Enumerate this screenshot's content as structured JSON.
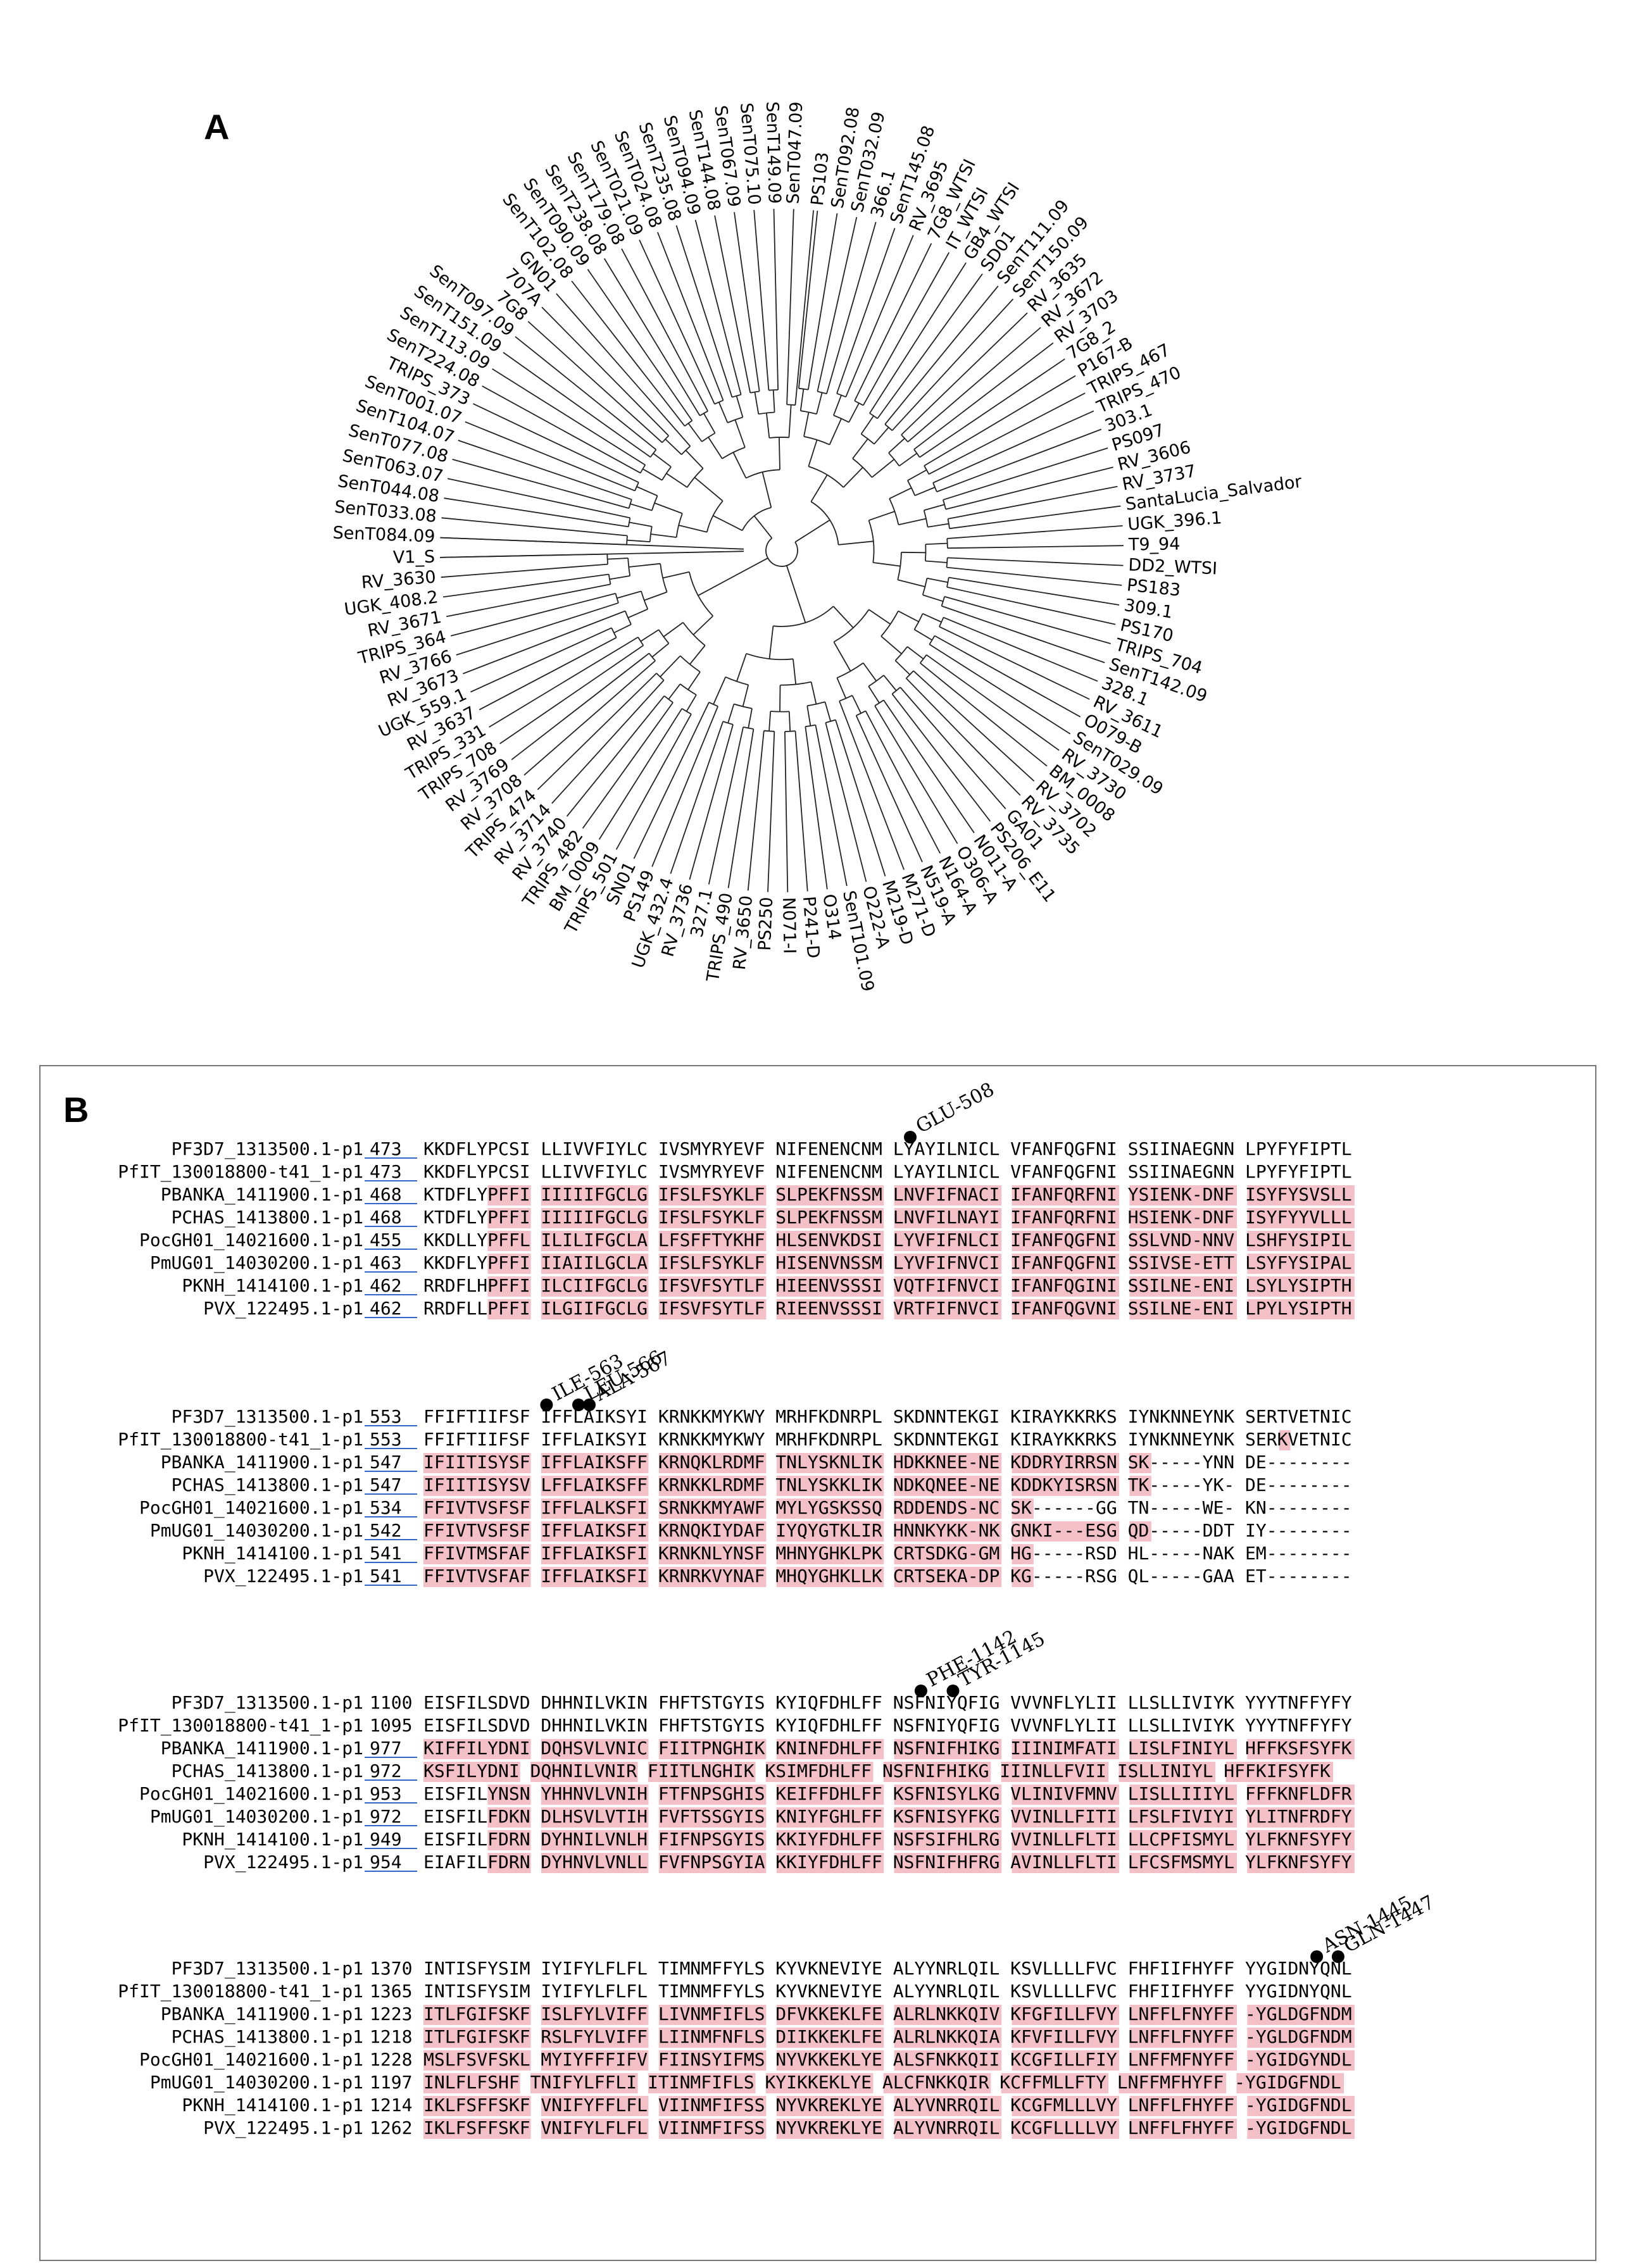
{
  "panel_a": {
    "label": "A",
    "leaves": [
      "PS103",
      "SenT092.08",
      "SenT032.09",
      "366.1",
      "SenT145.08",
      "RV_3695",
      "7G8_WTSI",
      "IT_WTSI",
      "GB4_WTSI",
      "SD01",
      "SenT111.09",
      "SenT150.09",
      "RV_3635",
      "RV_3672",
      "RV_3703",
      "7G8_2",
      "P167-B",
      "TRIPS_467",
      "TRIPS_470",
      "303.1",
      "PS097",
      "RV_3606",
      "RV_3737",
      "SantaLucia_Salvador",
      "UGK_396.1",
      "T9_94",
      "DD2_WTSI",
      "PS183",
      "309.1",
      "PS170",
      "TRIPS_704",
      "SenT142.09",
      "328.1",
      "RV_3611",
      "O079-B",
      "SenT029.09",
      "RV_3730",
      "BM_0008",
      "RV_3702",
      "RV_3735",
      "GA01",
      "PS206_E11",
      "N011-A",
      "O306-A",
      "N164-A",
      "N519-A",
      "M271-D",
      "M219-D",
      "O222-A",
      "SenT101.09",
      "O314",
      "P241-D",
      "N071-I",
      "PS250",
      "RV_3650",
      "TRIPS_490",
      "327.1",
      "RV_3736",
      "UGK_432.4",
      "PS149",
      "SN01",
      "TRIPS_501",
      "BM_0009",
      "TRIPS_482",
      "RV_3740",
      "RV_3714",
      "TRIPS_474",
      "RV_3708",
      "RV_3769",
      "TRIPS_708",
      "TRIPS_331",
      "RV_3637",
      "UGK_559.1",
      "RV_3673",
      "RV_3766",
      "TRIPS_364",
      "RV_3671",
      "UGK_408.2",
      "RV_3630",
      "V1_S",
      "SenT084.09",
      "SenT033.08",
      "SenT044.08",
      "SenT063.07",
      "SenT077.08",
      "SenT104.07",
      "SenT001.07",
      "TRIPS_373",
      "SenT224.08",
      "SenT113.09",
      "SenT151.09",
      "SenT097.09",
      "7G8",
      "707A",
      "GN01",
      "SenT102.08",
      "SenT090.09",
      "SenT238.08",
      "SenT179.08",
      "SenT021.09",
      "SenT024.08",
      "SenT235.08",
      "SenT094.09",
      "SenT144.08",
      "SenT067.09",
      "SenT075.10",
      "SenT149.09",
      "SenT047.09"
    ]
  },
  "panel_b": {
    "label": "B",
    "highlight_color": "#f4c0c8",
    "link_color": "#3366cc",
    "blocks": [
      {
        "markers": [
          {
            "label": "GLU-508",
            "col": 41
          }
        ],
        "rows": [
          {
            "name": "PF3D7_1313500.1-p1",
            "pos": "473",
            "link": true,
            "seq": "KKDFLYPCSI LLIVVFIYLC IVSMYRYEVF NIFENENCNM LYAYILNICL VFANFQGFNI SSIINAEGNN LPYFYFIPTL",
            "hl": ""
          },
          {
            "name": "PfIT_130018800-t41_1-p1",
            "pos": "473",
            "link": true,
            "seq": "KKDFLYPCSI LLIVVFIYLC IVSMYRYEVF NIFENENCNM LYAYILNICL VFANFQGFNI SSIINAEGNN LPYFYFIPTL",
            "hl": ""
          },
          {
            "name": "PBANKA_1411900.1-p1",
            "pos": "468",
            "link": true,
            "seq": "KTDFLYPFFI IIIIIFGCLG IFSLFSYKLF SLPEKFNSSM LNVFIFNACI IFANFQRFNI YSIENK-DNF ISYFYSVSLL",
            "hl": "0000001111 1111111111 1111111111 1111111111 1111111111 1111111111 1111111111 1111111111"
          },
          {
            "name": "PCHAS_1413800.1-p1",
            "pos": "468",
            "link": true,
            "seq": "KTDFLYPFFI IIIIIFGCLG IFSLFSYKLF SLPEKFNSSM LNVFILNAYI IFANFQRFNI HSIENK-DNF ISYFYYVLLL",
            "hl": "0000001111 1111111111 1111111111 1111111111 1111111111 1111111111 1111111111 1111111111"
          },
          {
            "name": "PocGH01_14021600.1-p1",
            "pos": "455",
            "link": true,
            "seq": "KKDLLYPFFL ILILIFGCLA LFSFFTYKHF HLSENVKDSI LYVFIFNLCI IFANFQGFNI SSLVND-NNV LSHFYSIPIL",
            "hl": "0000001111 1111111111 1111111111 1111111111 1111111111 1111111111 1111111111 1111111111"
          },
          {
            "name": "PmUG01_14030200.1-p1",
            "pos": "463",
            "link": true,
            "seq": "KKDFLYPFFI IIAIILGCLA IFSLFSYKLF HISENVNSSM LYVFIFNVCI IFANFQGFNI SSIVSE-ETT LSYFYSIPAL",
            "hl": "0000001111 1111111111 1111111111 1111111111 1111111111 1111111111 1111111111 1111111111"
          },
          {
            "name": "PKNH_1414100.1-p1",
            "pos": "462",
            "link": true,
            "seq": "RRDFLHPFFI ILCIIFGCLG IFSVFSYTLF HIEENVSSSI VQTFIFNVCI IFANFQGINI SSILNE-ENI LSYLYSIPTH",
            "hl": "0000001111 1111111111 1111111111 1111111111 1111111111 1111111111 1111111111 1111111111"
          },
          {
            "name": "PVX_122495.1-p1",
            "pos": "462",
            "link": true,
            "seq": "RRDFLLPFFI ILGIIFGCLG IFSVFSYTLF RIEENVSSSI VRTFIFNVCI IFANFQGVNI SSILNE-ENI LPYLYSIPTH",
            "hl": "0000001111 1111111111 1111111111 1111111111 1111111111 1111111111 1111111111 1111111111"
          }
        ]
      },
      {
        "markers": [
          {
            "label": "ILE-563",
            "col": 10
          },
          {
            "label": "LEU-566",
            "col": 13
          },
          {
            "label": "ALA-567",
            "col": 14
          }
        ],
        "rows": [
          {
            "name": "PF3D7_1313500.1-p1",
            "pos": "553",
            "link": true,
            "seq": "FFIFTIIFSF IFFLAIKSYI KRNKKMYKWY MRHFKDNRPL SKDNNTEKGI KIRAYKKRKS IYNKNNEYNK SERTVETNIC",
            "hl": ""
          },
          {
            "name": "PfIT_130018800-t41_1-p1",
            "pos": "553",
            "link": true,
            "seq": "FFIFTIIFSF IFFLAIKSYI KRNKKMYKWY MRHFKDNRPL SKDNNTEKGI KIRAYKKRKS IYNKNNEYNK SERKVETNIC",
            "hl": "0000000000 0000000000 0000000000 0000000000 0000000000 0000000000 0000000000 0001000000"
          },
          {
            "name": "PBANKA_1411900.1-p1",
            "pos": "547",
            "link": true,
            "seq": "IFIITISYSF IFFLAIKSFF KRNQKLRDMF TNLYSKNLIK HDKKNEE-NE KDDRYIRRSN SK-----YNN DE--------",
            "hl": "1111111111 1111111111 1111111111 1111111111 1111111111 1111111111 1100000000 0000000000"
          },
          {
            "name": "PCHAS_1413800.1-p1",
            "pos": "547",
            "link": true,
            "seq": "IFIITISYSV LFFLAIKSFF KRNKKLRDMF TNLYSKKLIK NDKQNEE-NE KDDKYISRSN TK-----YK- DE--------",
            "hl": "1111111111 1111111111 1111111111 1111111111 1111111111 1111111111 1100000000 0000000000"
          },
          {
            "name": "PocGH01_14021600.1-p1",
            "pos": "534",
            "link": true,
            "seq": "FFIVTVSFSF IFFLALKSFI SRNKKMYAWF MYLYGSKSSQ RDDENDS-NC SK------GG TN-----WE- KN--------",
            "hl": "1111111111 1111111111 1111111111 1111111111 1111111111 1100000000 0000000000 0000000000"
          },
          {
            "name": "PmUG01_14030200.1-p1",
            "pos": "542",
            "link": true,
            "seq": "FFIVTVSFSF IFFLAIKSFI KRNQKIYDAF IYQYGTKLIR HNNKYKK-NK GNKI---ESG QD-----DDT IY--------",
            "hl": "1111111111 1111111111 1111111111 1111111111 1111111111 1111111111 1100000000 0000000000"
          },
          {
            "name": "PKNH_1414100.1-p1",
            "pos": "541",
            "link": true,
            "seq": "FFIVTMSFAF IFFLAIKSFI KRNKNLYNSF MHNYGHKLPK CRTSDKG-GM HG-----RSD HL-----NAK EM--------",
            "hl": "1111111111 1111111111 1111111111 1111111111 1111111111 1100000000 0000000000 0000000000"
          },
          {
            "name": "PVX_122495.1-p1",
            "pos": "541",
            "link": true,
            "seq": "FFIVTVSFAF IFFLAIKSFI KRNRKVYNAF MHQYGHKLLK CRTSEKA-DP KG-----RSG QL-----GAA ET--------",
            "hl": "1111111111 1111111111 1111111111 1111111111 1111111111 1100000000 0000000000 0000000000"
          }
        ]
      },
      {
        "markers": [
          {
            "label": "PHE-1142",
            "col": 42
          },
          {
            "label": "TYR-1145",
            "col": 45
          }
        ],
        "rows": [
          {
            "name": "PF3D7_1313500.1-p1",
            "pos": "1100",
            "link": false,
            "seq": "EISFILSDVD DHHNILVKIN FHFTSTGYIS KYIQFDHLFF NSFNIYQFIG VVVNFLYLII LLSLLIVIYK YYYTNFFYFY",
            "hl": ""
          },
          {
            "name": "PfIT_130018800-t41_1-p1",
            "pos": "1095",
            "link": false,
            "seq": "EISFILSDVD DHHNILVKIN FHFTSTGYIS KYIQFDHLFF NSFNIYQFIG VVVNFLYLII LLSLLIVIYK YYYTNFFYFY",
            "hl": ""
          },
          {
            "name": "PBANKA_1411900.1-p1",
            "pos": "977",
            "link": true,
            "seq": "KIFFILYDNI DQHSVLVNIC FIITPNGHIK KNINFDHLFF NSFNIFHIKG IIINIMFATI LISLFINIYL HFFKSFSYFK",
            "hl": "1111111111 1111111111 1111111111 1111111111 1111111111 1111111111 1111111111 1111111111"
          },
          {
            "name": "PCHAS_1413800.1-p1",
            "pos": "972",
            "link": true,
            "seq": "KSFILYDNI DQHNILVNIR FIITLNGHIK KSIMFDHLFF NSFNIFHIKG IIINLLFVII ISLLINIYL HFFKIFSYFK",
            "hl": "111111111 1111111111 1111111111 1111111111 1111111111 1111111111 111111111 1111111111"
          },
          {
            "name": "PocGH01_14021600.1-p1",
            "pos": "953",
            "link": true,
            "seq": "EISFILYNSN YHHNVLVNIH FTFNPSGHIS KEIFFDHLFF KSFNISYLKG VLINIVFMNV LISLLIIIYL FFFKNFLDFR",
            "hl": "0000001111 1111111111 1111111111 1111111111 1111111111 1111111111 1111111111 1111111111"
          },
          {
            "name": "PmUG01_14030200.1-p1",
            "pos": "972",
            "link": true,
            "seq": "EISFILFDKN DLHSVLVTIH FVFTSSGYIS KNIYFGHLFF KSFNISYFKG VVINLLFITI LFSLFIVIYI YLITNFRDFY",
            "hl": "0000001111 1111111111 1111111111 1111111111 1111111111 1111111111 1111111111 1111111111"
          },
          {
            "name": "PKNH_1414100.1-p1",
            "pos": "949",
            "link": true,
            "seq": "EISFILFDRN DYHNILVNLH FIFNPSGYIS KKIYFDHLFF NSFSIFHLRG VVINLLFLTI LLCPFISMYL YLFKNFSYFY",
            "hl": "0000001111 1111111111 1111111111 1111111111 1111111111 1111111111 1111111111 1111111111"
          },
          {
            "name": "PVX_122495.1-p1",
            "pos": "954",
            "link": true,
            "seq": "EIAFILFDRN DYHNVLVNLL FVFNPSGYIA KKIYFDHLFF NSFNIFHFRG AVINLLFLTI LFCSFMSMYL YLFKNFSYFY",
            "hl": "0000001111 1111111111 1111111111 1111111111 1111111111 1111111111 1111111111 1111111111"
          }
        ]
      },
      {
        "markers": [
          {
            "label": "ASN-1445",
            "col": 76
          },
          {
            "label": "GLN-1447",
            "col": 78
          }
        ],
        "rows": [
          {
            "name": "PF3D7_1313500.1-p1",
            "pos": "1370",
            "link": false,
            "seq": "INTISFYSIM IYIFYLFLFL TIMNMFFYLS KYVKNEVIYE ALYYNRLQIL KSVLLLLFVC FHFIIFHYFF YYGIDNYQNL",
            "hl": ""
          },
          {
            "name": "PfIT_130018800-t41_1-p1",
            "pos": "1365",
            "link": false,
            "seq": "INTISFYSIM IYIFYLFLFL TIMNMFFYLS KYVKNEVIYE ALYYNRLQIL KSVLLLLFVC FHFIIFHYFF YYGIDNYQNL",
            "hl": ""
          },
          {
            "name": "PBANKA_1411900.1-p1",
            "pos": "1223",
            "link": false,
            "seq": "ITLFGIFSKF ISLFYLVIFF LIVNMFIFLS DFVKKEKLFE ALRLNKKQIV KFGFILLFVY LNFFLFNYFF -YGLDGFNDM",
            "hl": "1111111111 1111111111 1111111111 1111111111 1111111111 1111111111 1111111111 1111111111"
          },
          {
            "name": "PCHAS_1413800.1-p1",
            "pos": "1218",
            "link": false,
            "seq": "ITLFGIFSKF RSLFYLVIFF LIINMFNFLS DIIKKEKLFE ALRLNKKQIA KFVFILLFVY LNFFLFNYFF -YGLDGFNDM",
            "hl": "1111111111 1111111111 1111111111 1111111111 1111111111 1111111111 1111111111 1111111111"
          },
          {
            "name": "PocGH01_14021600.1-p1",
            "pos": "1228",
            "link": false,
            "seq": "MSLFSVFSKL MYIYFFFIFV FIINSYIFMS NYVKKEKLYE ALSFNKKQII KCGFILLFIY LNFFMFNYFF -YGIDGYNDL",
            "hl": "1111111111 1111111111 1111111111 1111111111 1111111111 1111111111 1111111111 1111111111"
          },
          {
            "name": "PmUG01_14030200.1-p1",
            "pos": "1197",
            "link": false,
            "seq": "INLFLFSHF TNIFYLFFLI ITINMFIFLS KYIKKEKLYE ALCFNKKQIR KCFFMLLFTY LNFFMFHYFF -YGIDGFNDL",
            "hl": "111111111 1111111111 1111111111 1111111111 1111111111 1111111111 1111111111 1111111111"
          },
          {
            "name": "PKNH_1414100.1-p1",
            "pos": "1214",
            "link": false,
            "seq": "IKLFSFFSKF VNIFYFFLFL VIINMFIFSS NYVKREKLYE ALYVNRRQIL KCGFMLLLVY LNFFLFHYFF -YGIDGFNDL",
            "hl": "1111111111 1111111111 1111111111 1111111111 1111111111 1111111111 1111111111 1111111111"
          },
          {
            "name": "PVX_122495.1-p1",
            "pos": "1262",
            "link": false,
            "seq": "IKLFSFFSKF VNIFYLFLFL VIINMFIFSS NYVKREKLYE ALYVNRRQIL KCGFLLLLVY LNFFLFHYFF -YGIDGFNDL",
            "hl": "1111111111 1111111111 1111111111 1111111111 1111111111 1111111111 1111111111 1111111111"
          }
        ]
      }
    ]
  }
}
